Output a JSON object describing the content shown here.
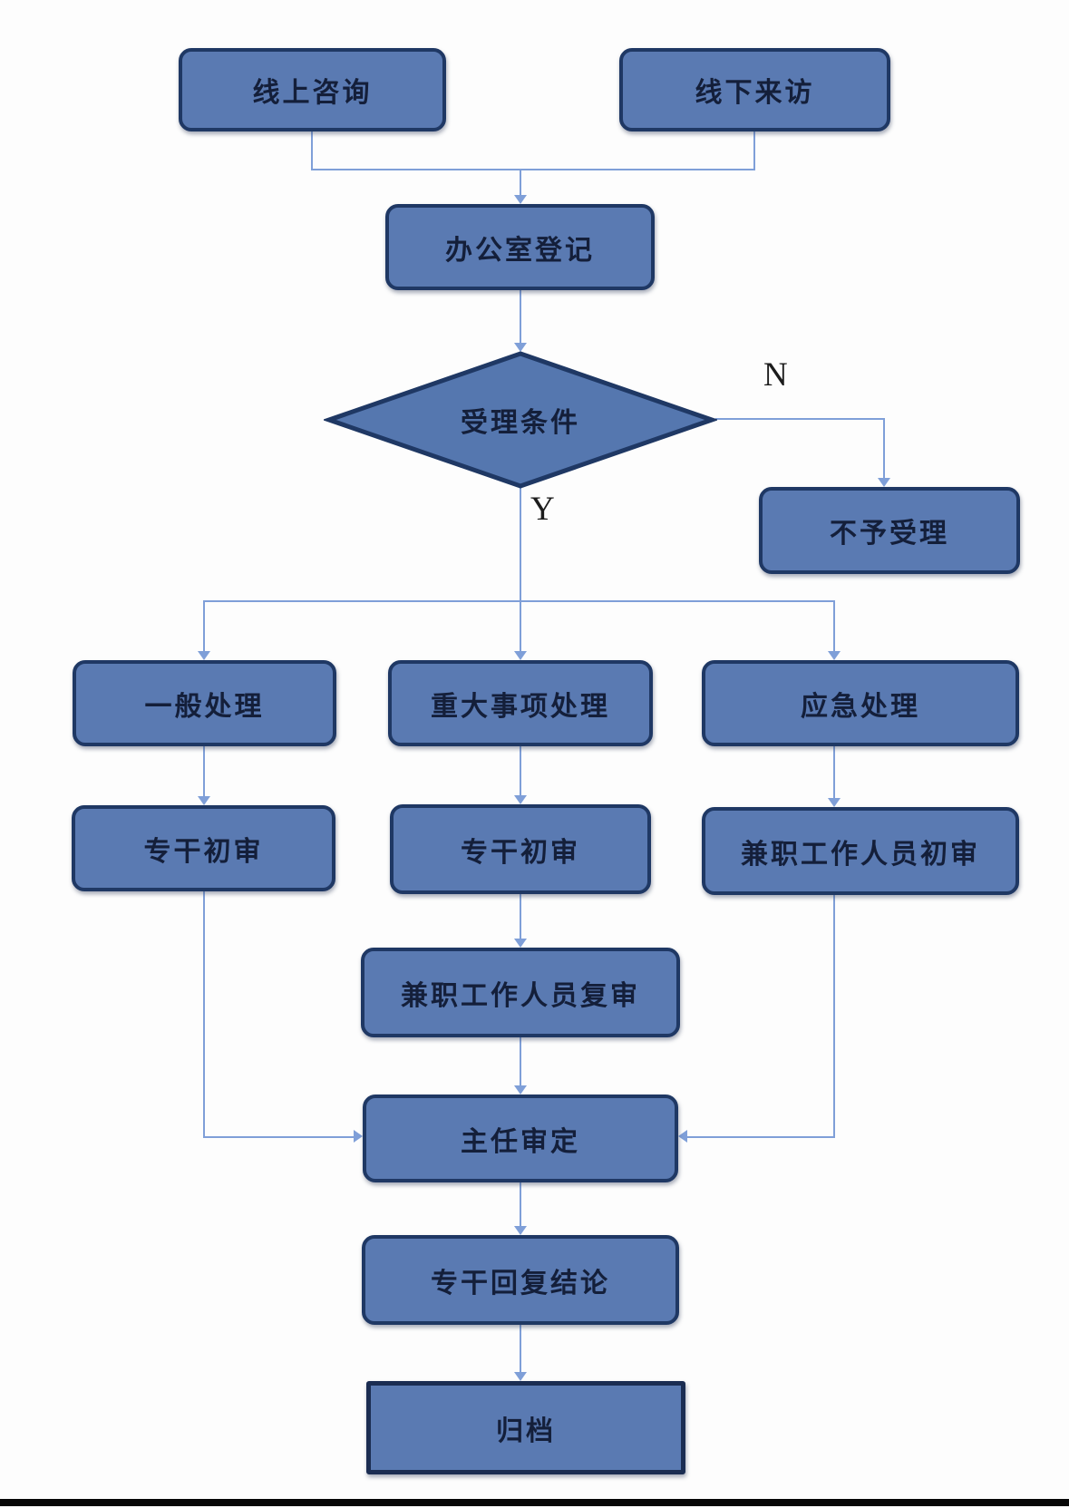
{
  "flowchart": {
    "title": "petition-handling-flowchart",
    "nodes": {
      "online": {
        "label": "线上咨询"
      },
      "offline": {
        "label": "线下来访"
      },
      "register": {
        "label": "办公室登记"
      },
      "condition": {
        "label": "受理条件"
      },
      "reject": {
        "label": "不予受理"
      },
      "general": {
        "label": "一般处理"
      },
      "major": {
        "label": "重大事项处理"
      },
      "emergency": {
        "label": "应急处理"
      },
      "initial_left": {
        "label": "专干初审"
      },
      "initial_mid": {
        "label": "专干初审"
      },
      "initial_right": {
        "label": "兼职工作人员初审"
      },
      "recheck": {
        "label": "兼职工作人员复审"
      },
      "director": {
        "label": "主任审定"
      },
      "reply": {
        "label": "专干回复结论"
      },
      "archive": {
        "label": "归档"
      }
    },
    "branch_labels": {
      "no": "N",
      "yes": "Y"
    },
    "colors": {
      "node_fill": "#5a7ab2",
      "node_border": "#1f3864",
      "archive_border": "#1b2d52",
      "connector": "#7f9fd8",
      "label_text": "#141f3a",
      "bottom_bar": "#070707"
    }
  }
}
